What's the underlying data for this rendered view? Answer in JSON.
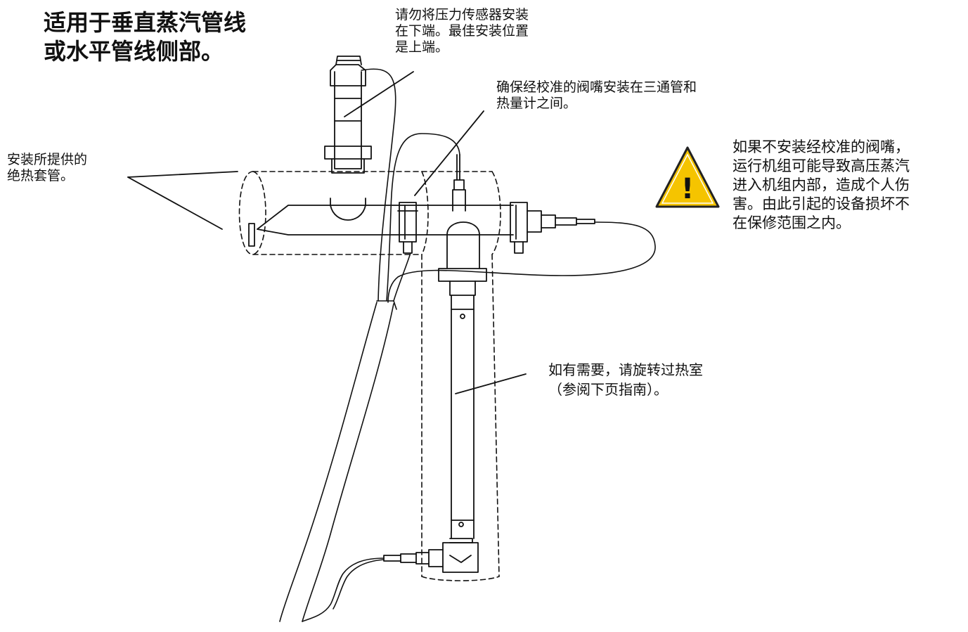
{
  "title": {
    "line1": "适用于垂直蒸汽管线",
    "line2": "或水平管线侧部。"
  },
  "callouts": {
    "sensor_note": [
      "请勿将压力传感器安装",
      "在下端。最佳安装位置",
      "是上端。"
    ],
    "orifice_note": [
      "确保经校准的阀嘴安装在三通管和",
      "热量计之间。"
    ],
    "insulation_note": [
      "安装所提供的",
      "绝热套管。"
    ],
    "rotate_note": [
      "如有需要，请旋转过热室",
      "（参阅下页指南）。"
    ]
  },
  "warning": {
    "icon": "warning-triangle-icon",
    "symbol": "!",
    "fill_color": "#F5C400",
    "lines": [
      "如果不安装经校准的阀嘴，",
      "运行机组可能导致高压蒸汽",
      "进入机组内部，造成个人伤",
      "害。由此引起的设备损坏不",
      "在保修范围之内。"
    ]
  }
}
